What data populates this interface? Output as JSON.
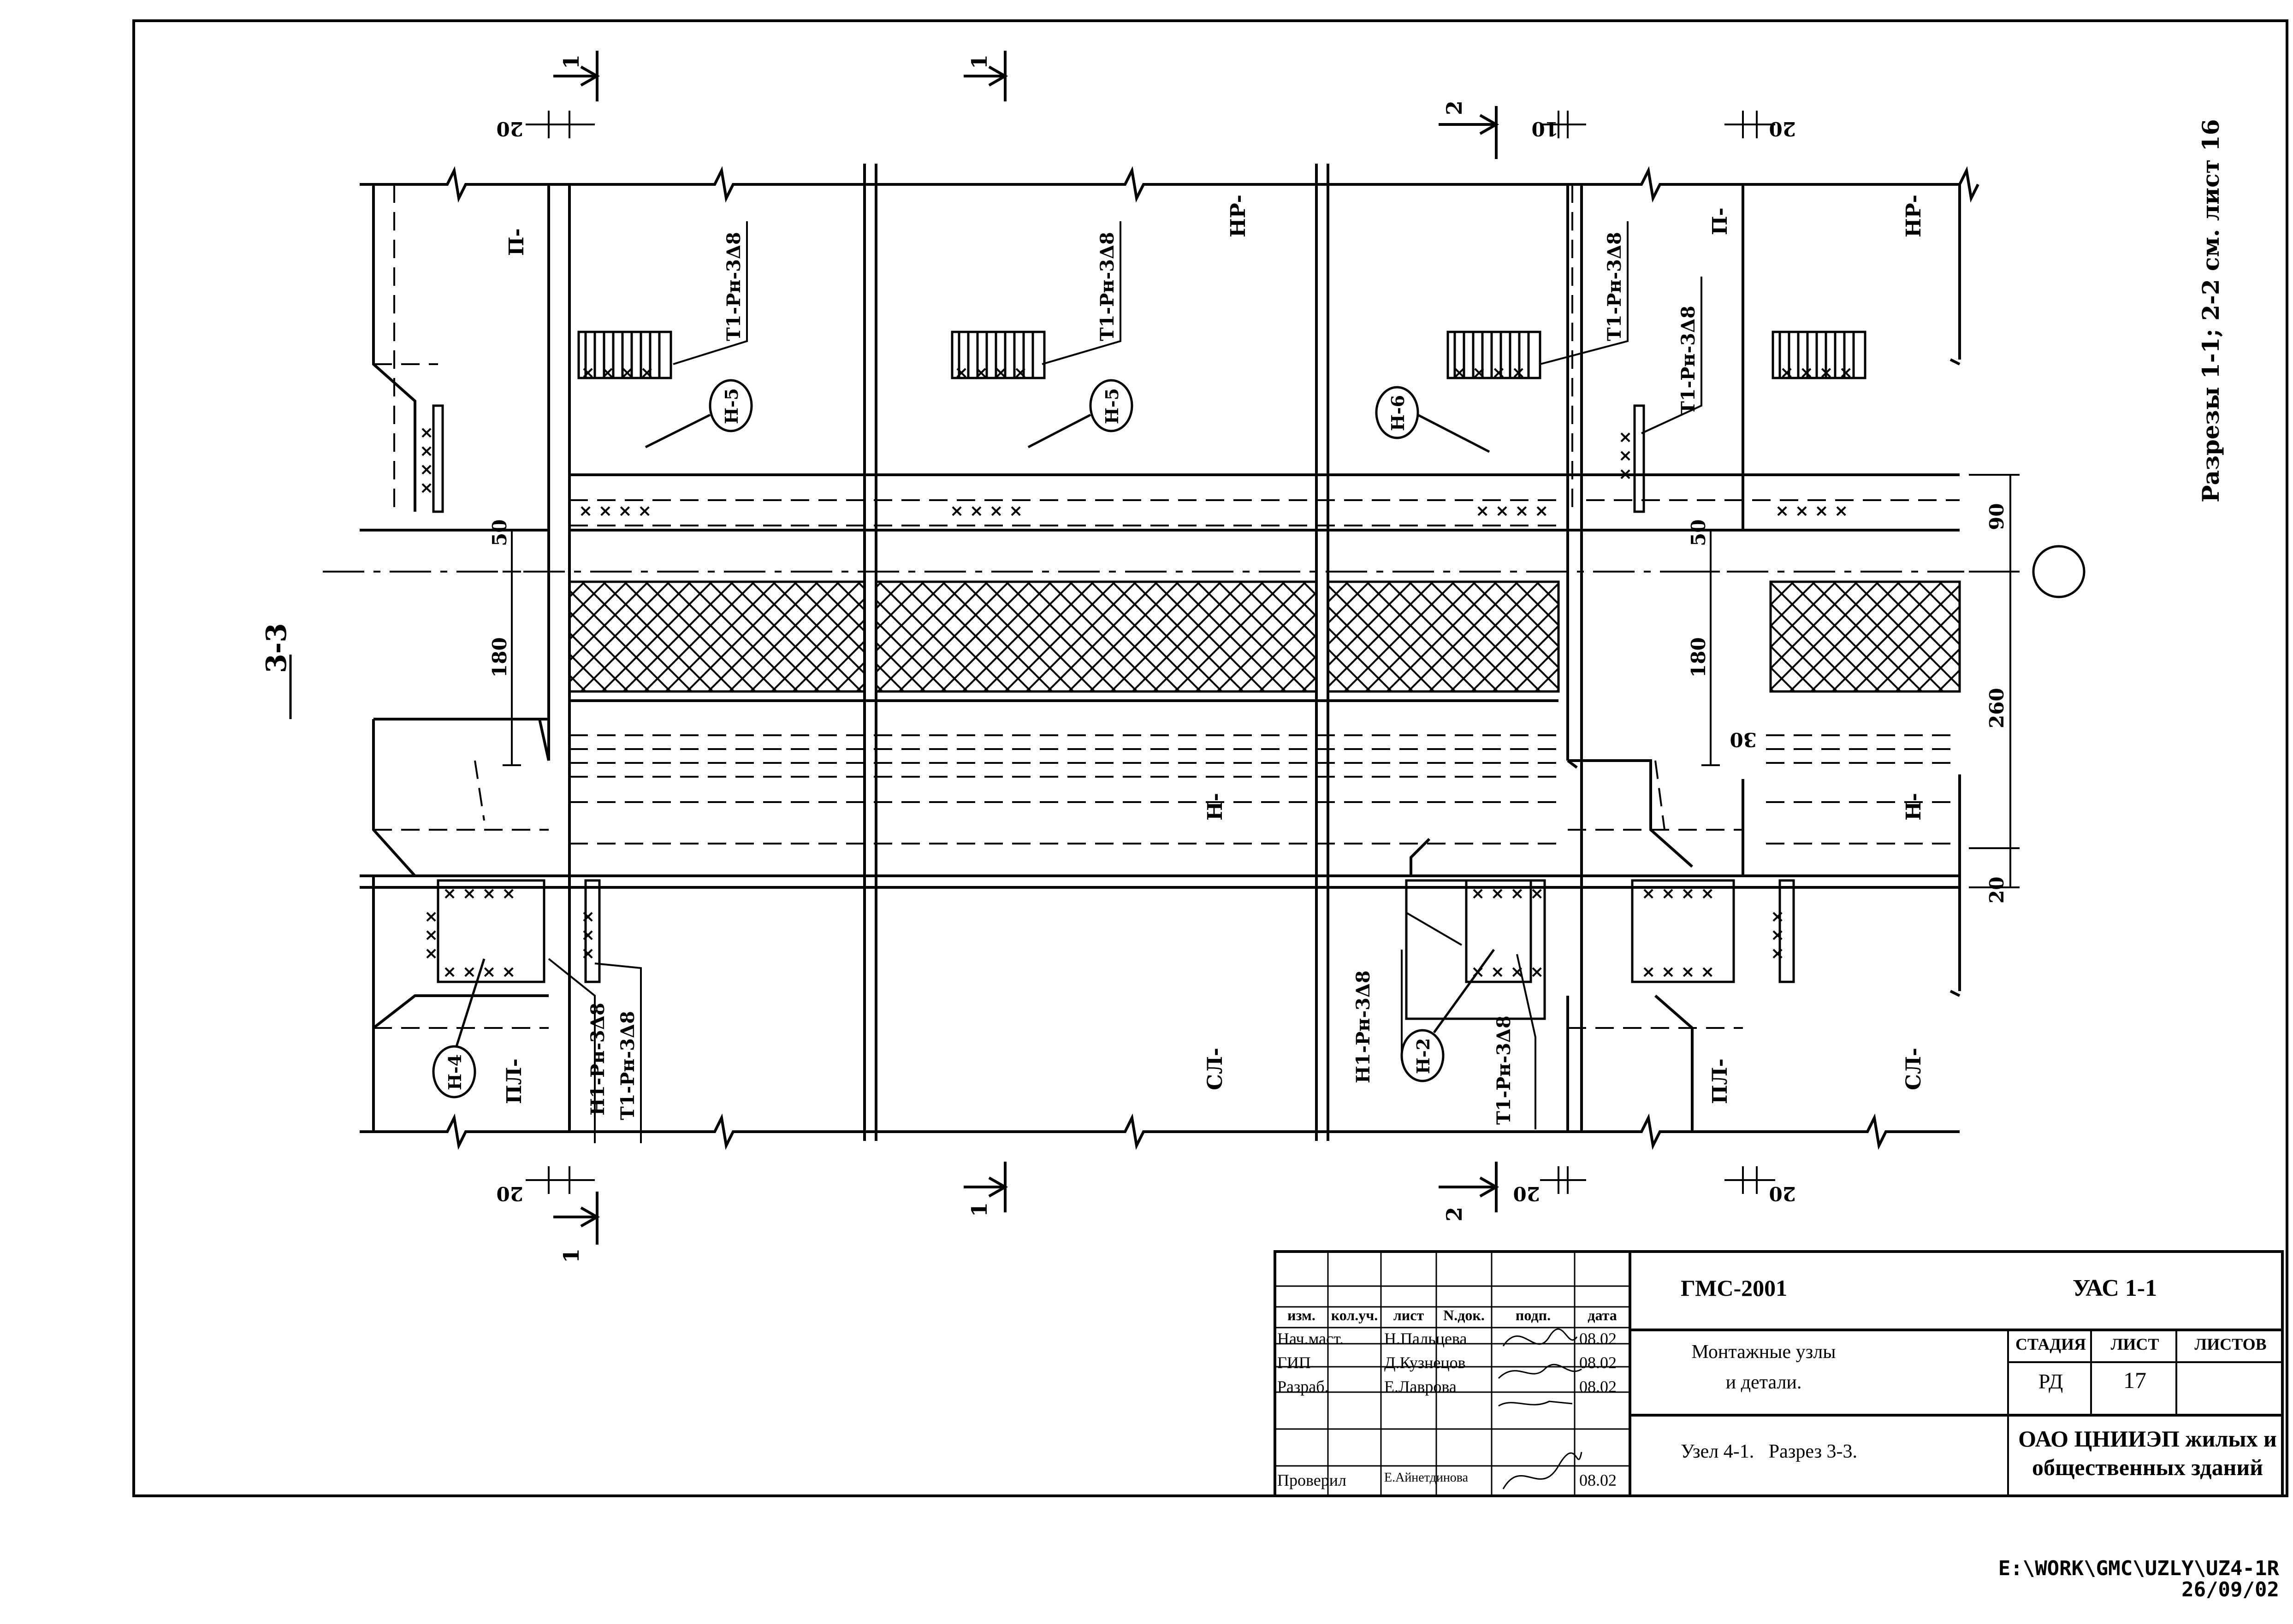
{
  "section_title": "3-3",
  "cut_marks": {
    "one": "1",
    "two": "2"
  },
  "dims": {
    "d50": "50",
    "d180": "180",
    "d20": "20",
    "d10": "10",
    "d90": "90",
    "d260": "260",
    "d30": "30",
    "d20b": "20"
  },
  "panels": {
    "P": "П-",
    "NR": "НР-",
    "N": "Н-",
    "SL": "СЛ-",
    "PL": "ПЛ-"
  },
  "welds": {
    "t1": "Т1-Рн-3Δ8",
    "h1": "Н1-Рн-3Δ8"
  },
  "nodes": {
    "n5": "Н-5",
    "n6": "Н-6",
    "n4": "Н-4",
    "n2": "Н-2"
  },
  "side_note": "Разрезы 1-1; 2-2 см. лист 16",
  "title_block": {
    "code": "ГМС-2001",
    "doc": "УАС 1-1",
    "headers": [
      "изм.",
      "кол.уч.",
      "лист",
      "N.док.",
      "подп.",
      "дата"
    ],
    "rows": [
      {
        "role": "Нач.маст.",
        "name": "Н.Пальцева",
        "date": "08.02"
      },
      {
        "role": "ГИП",
        "name": "Д.Кузнецов",
        "date": "08.02"
      },
      {
        "role": "Разраб.",
        "name": "Е.Лаврова",
        "date": "08.02"
      },
      {
        "role": "Проверил",
        "name": "Е.Айнетдинова",
        "date": "08.02"
      }
    ],
    "title_line1": "Монтажные узлы",
    "title_line2": "и детали.",
    "stage_label": "СТАДИЯ",
    "sheet_label": "ЛИСТ",
    "sheets_label": "ЛИСТОВ",
    "stage": "РД",
    "sheet": "17",
    "subtitle": "Узел 4-1.   Разрез 3-3.",
    "org_line1": "ОАО ЦНИИЭП жилых и",
    "org_line2": "общественных зданий"
  },
  "footer": {
    "path": "E:\\WORK\\GMC\\UZLY\\UZ4-1R",
    "date": "26/09/02"
  }
}
